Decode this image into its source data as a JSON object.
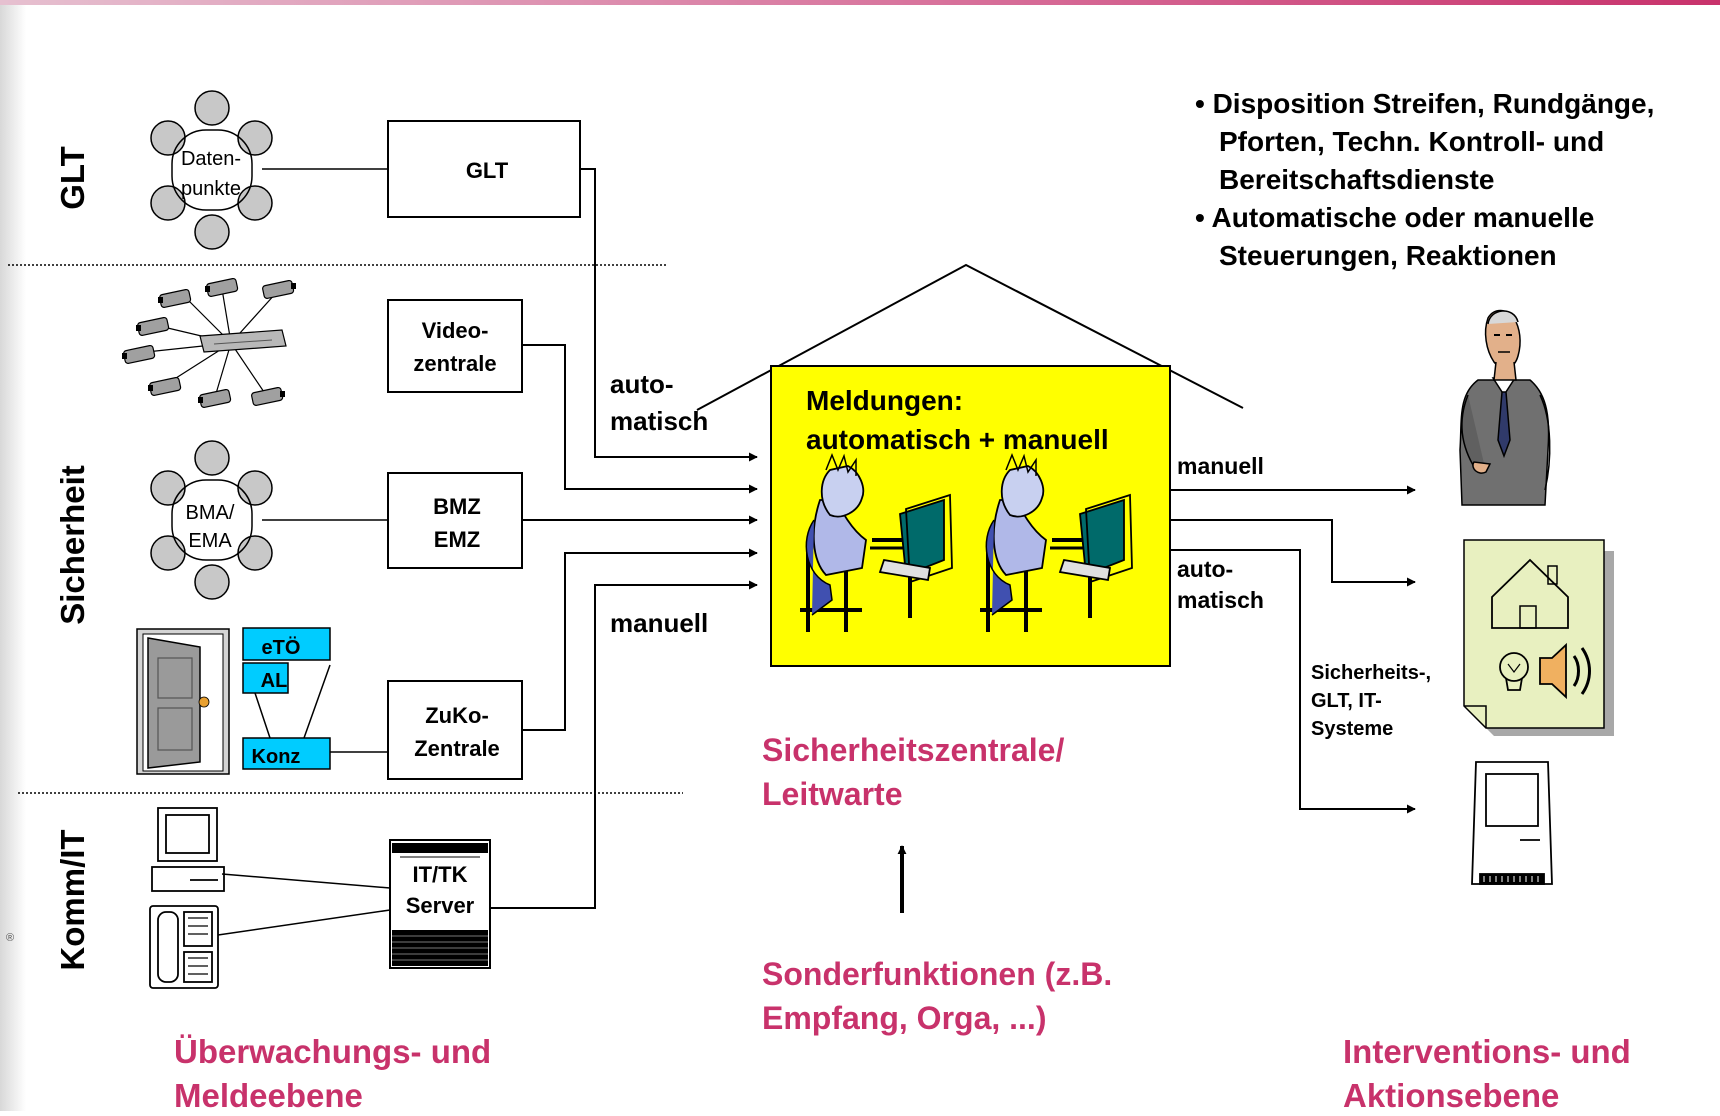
{
  "colors": {
    "accent": "#c8326b",
    "yellow": "#ffff00",
    "cyan": "#00ccff",
    "doc": "#e8f0c0"
  },
  "sections": {
    "glt": "GLT",
    "sicherheit": "Sicherheit",
    "komm": "Komm/IT"
  },
  "sources": {
    "datenpunkte": [
      "Daten-",
      "punkte"
    ],
    "bma": [
      "BMA/",
      "EMA"
    ],
    "zuko_tags": [
      "eTÖ",
      "AL",
      "Konz"
    ]
  },
  "boxes": {
    "glt": "GLT",
    "video": [
      "Video-",
      "zentrale"
    ],
    "bmz": [
      "BMZ",
      "EMZ"
    ],
    "zuko": [
      "ZuKo-",
      "Zentrale"
    ],
    "ittk": [
      "IT/TK",
      "Server"
    ]
  },
  "labels": {
    "auto_in": [
      "auto-",
      "matisch"
    ],
    "manuell_in": "manuell",
    "manuell_out": "manuell",
    "auto_out": [
      "auto-",
      "matisch"
    ],
    "systeme": [
      "Sicherheits-,",
      "GLT, IT-",
      "Systeme"
    ]
  },
  "center": {
    "meldungen": [
      "Meldungen:",
      "automatisch + manuell"
    ],
    "zentrale": [
      "Sicherheitszentrale/",
      "Leitwarte"
    ],
    "sonder": [
      "Sonderfunktionen (z.B.",
      "Empfang, Orga, ...)"
    ]
  },
  "bullets": [
    [
      "• Disposition Streifen, Rundgänge,",
      "Pforten, Techn. Kontroll- und",
      "Bereitschaftsdienste"
    ],
    [
      "• Automatische oder manuelle",
      "Steuerungen, Reaktionen"
    ]
  ],
  "footers": {
    "left": [
      "Überwachungs- und",
      "Meldeebene"
    ],
    "right": [
      "Interventions- und",
      "Aktionsebene"
    ]
  },
  "registered_mark": "®"
}
